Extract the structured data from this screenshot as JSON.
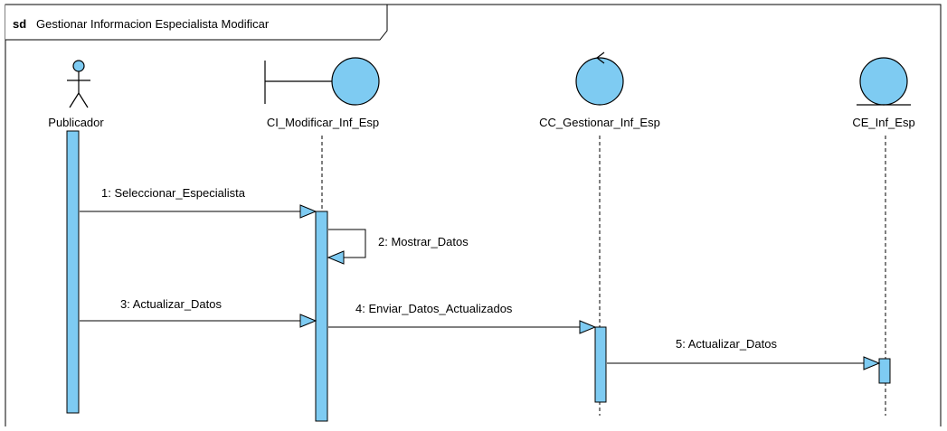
{
  "frame": {
    "keyword": "sd",
    "title": "Gestionar Informacion Especialista Modificar"
  },
  "participants": [
    {
      "id": "actor",
      "kind": "actor",
      "label": "Publicador"
    },
    {
      "id": "boundary",
      "kind": "boundary",
      "label": "CI_Modificar_Inf_Esp"
    },
    {
      "id": "control",
      "kind": "control",
      "label": "CC_Gestionar_Inf_Esp"
    },
    {
      "id": "entity",
      "kind": "entity",
      "label": "CE_Inf_Esp"
    }
  ],
  "messages": [
    {
      "number": 1,
      "label": "1: Seleccionar_Especialista",
      "from": "actor",
      "to": "boundary"
    },
    {
      "number": 2,
      "label": "2: Mostrar_Datos",
      "from": "boundary",
      "to": "boundary"
    },
    {
      "number": 3,
      "label": "3: Actualizar_Datos",
      "from": "actor",
      "to": "boundary"
    },
    {
      "number": 4,
      "label": "4: Enviar_Datos_Actualizados",
      "from": "boundary",
      "to": "control"
    },
    {
      "number": 5,
      "label": "5: Actualizar_Datos",
      "from": "control",
      "to": "entity"
    }
  ],
  "colors": {
    "fill": "#7ecbf2",
    "stroke": "#000000",
    "background": "#ffffff"
  }
}
